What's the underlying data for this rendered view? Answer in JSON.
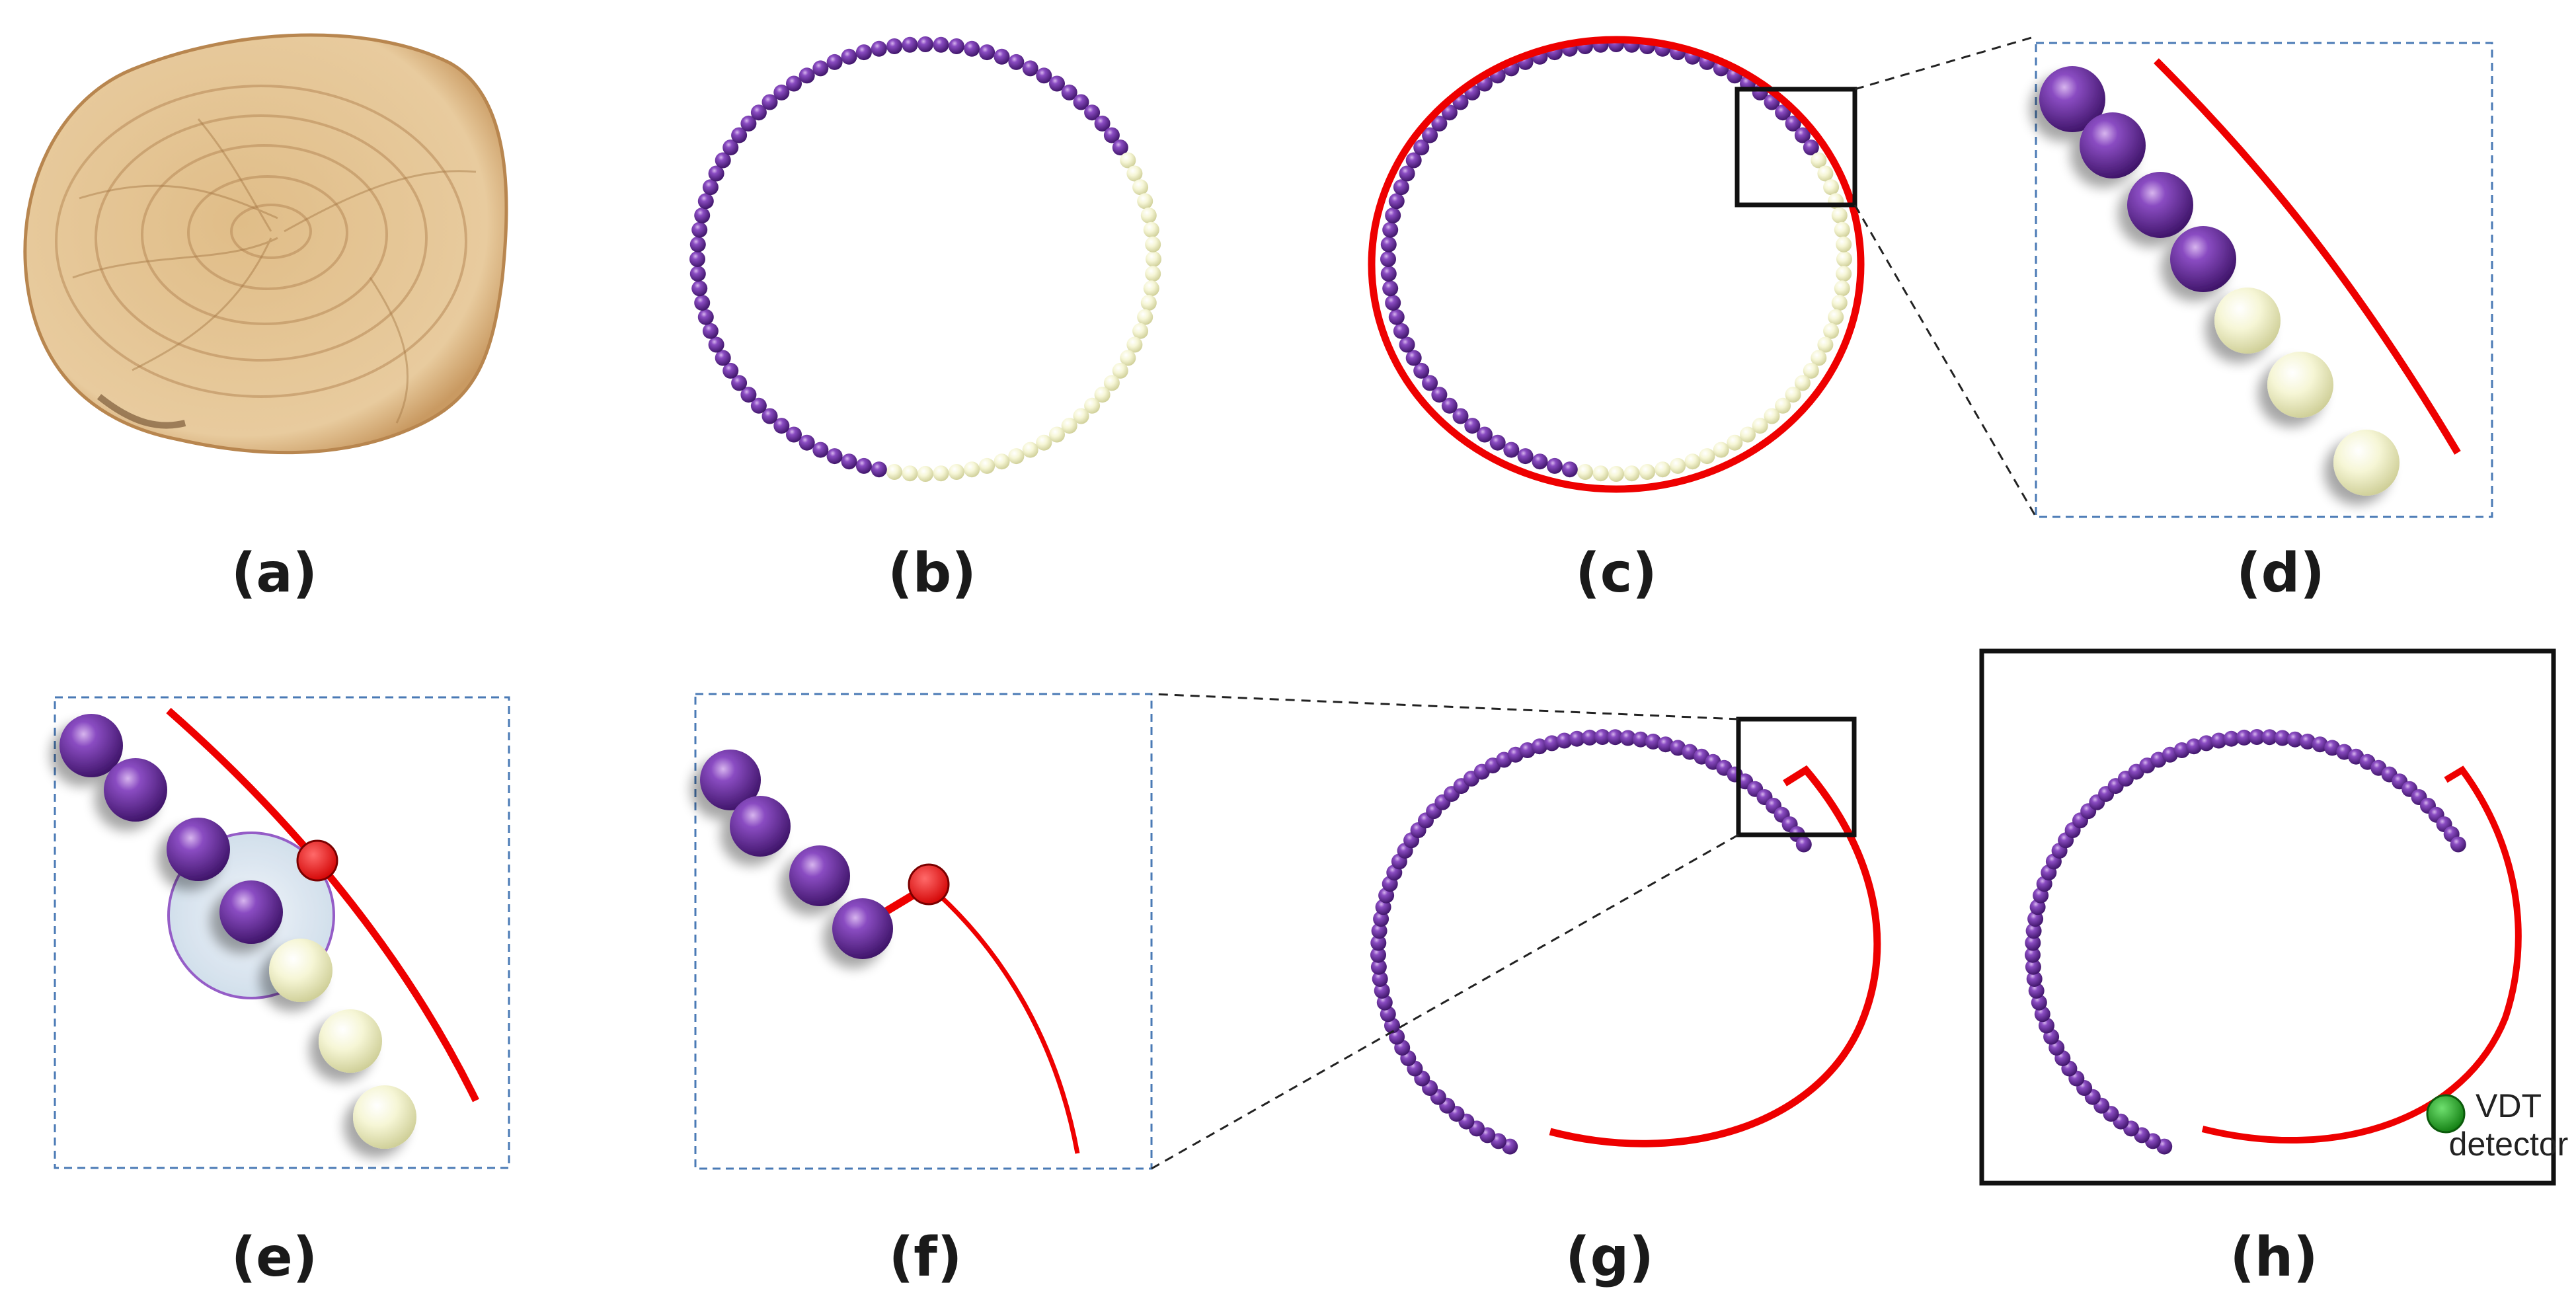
{
  "figure": {
    "panels": [
      {
        "id": "a",
        "label": "(a)",
        "content": "tree-cross-section"
      },
      {
        "id": "b",
        "label": "(b)",
        "content": "bead-ring"
      },
      {
        "id": "c",
        "label": "(c)",
        "content": "bead-ring-with-fitted-contour"
      },
      {
        "id": "d",
        "label": "(d)",
        "content": "zoomed-beads-and-contour"
      },
      {
        "id": "e",
        "label": "(e)",
        "content": "zoomed-bead-selection"
      },
      {
        "id": "f",
        "label": "(f)",
        "content": "zoomed-contour-link"
      },
      {
        "id": "g",
        "label": "(g)",
        "content": "partial-bead-ring-with-contour"
      },
      {
        "id": "h",
        "label": "(h)",
        "content": "ring-with-detector"
      }
    ],
    "detector": {
      "line1": "VDT",
      "line2": "detector"
    }
  },
  "colors": {
    "bead_purple": "#6a2fa0",
    "bead_pale": "#f1f1cc",
    "contour_red": "#ee0000",
    "detector_green": "#1aa81a",
    "zoom_box_border": "#4a7ab5",
    "wood": "#e2c08e"
  }
}
